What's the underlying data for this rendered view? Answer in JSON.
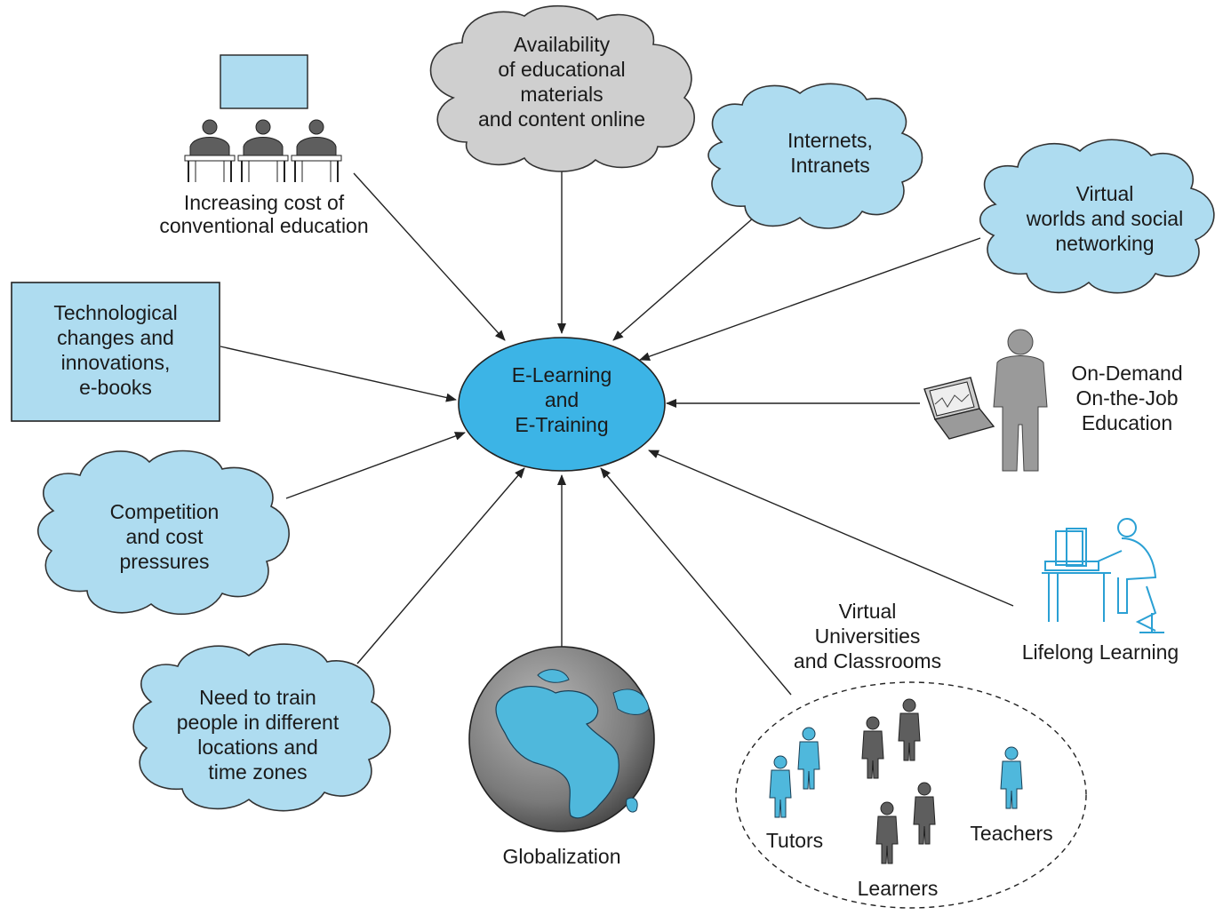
{
  "center": {
    "lines": [
      "E-Learning",
      "and",
      "E-Training"
    ]
  },
  "nodes": {
    "availability": {
      "lines": [
        "Availability",
        "of educational",
        "materials",
        "and content online"
      ]
    },
    "internets": {
      "lines": [
        "Internets,",
        "Intranets"
      ]
    },
    "virtual_worlds": {
      "lines": [
        "Virtual",
        "worlds and social",
        "networking"
      ]
    },
    "on_demand": {
      "lines": [
        "On-Demand",
        "On-the-Job",
        "Education"
      ]
    },
    "lifelong": {
      "lines": [
        "Lifelong Learning"
      ]
    },
    "virtual_universities": {
      "lines": [
        "Virtual",
        "Universities",
        "and Classrooms"
      ]
    },
    "tutors": {
      "lines": [
        "Tutors"
      ]
    },
    "teachers": {
      "lines": [
        "Teachers"
      ]
    },
    "learners": {
      "lines": [
        "Learners"
      ]
    },
    "globalization": {
      "lines": [
        "Globalization"
      ]
    },
    "need_to_train": {
      "lines": [
        "Need to train",
        "people in different",
        "locations and",
        "time zones"
      ]
    },
    "competition": {
      "lines": [
        "Competition",
        "and cost",
        "pressures"
      ]
    },
    "technological": {
      "lines": [
        "Technological",
        "changes and",
        "innovations,",
        "e-books"
      ]
    },
    "increasing_cost": {
      "lines": [
        "Increasing cost of",
        "conventional education"
      ]
    }
  },
  "colors": {
    "center_fill": "#3cb4e6",
    "light_blue": "#aedcf0",
    "gray_cloud": "#cfcfcf",
    "person_dark": "#5e5e5e",
    "person_blue": "#4fb8dc"
  }
}
